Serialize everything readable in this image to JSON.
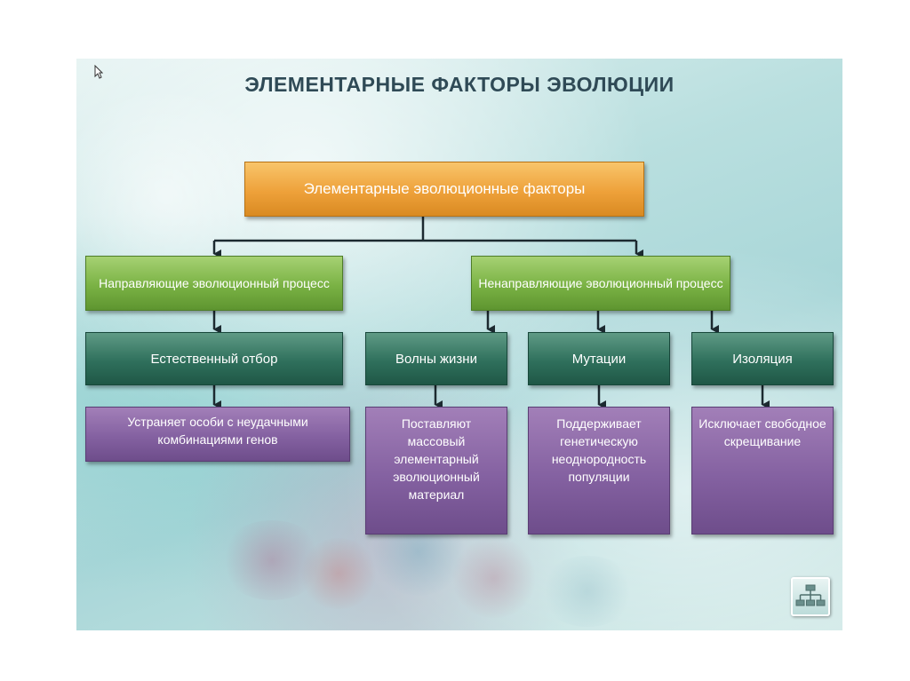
{
  "title": "ЭЛЕМЕНТАРНЫЕ ФАКТОРЫ ЭВОЛЮЦИИ",
  "root": "Элементарные эволюционные факторы",
  "groups": [
    {
      "label": "Направляющие эволюционный процесс"
    },
    {
      "label": "Ненаправляющие эволюционный процесс"
    }
  ],
  "factors": [
    {
      "name": "Естественный отбор",
      "description": "Устраняет особи с неудачными комбинациями генов"
    },
    {
      "name": "Волны жизни",
      "description": "Поставляют массовый элементарный эволюционный материал"
    },
    {
      "name": "Мутации",
      "description": "Поддерживает генетическую неоднородность популяции"
    },
    {
      "name": "Изоляция",
      "description": "Исключает свободное скрещивание"
    }
  ],
  "colors": {
    "root": "#eea13a",
    "group": "#7ab244",
    "factor": "#2f705c",
    "description": "#8461a1",
    "title": "#2f4a56"
  },
  "icons": [
    "cursor-icon",
    "hierarchy-icon"
  ]
}
